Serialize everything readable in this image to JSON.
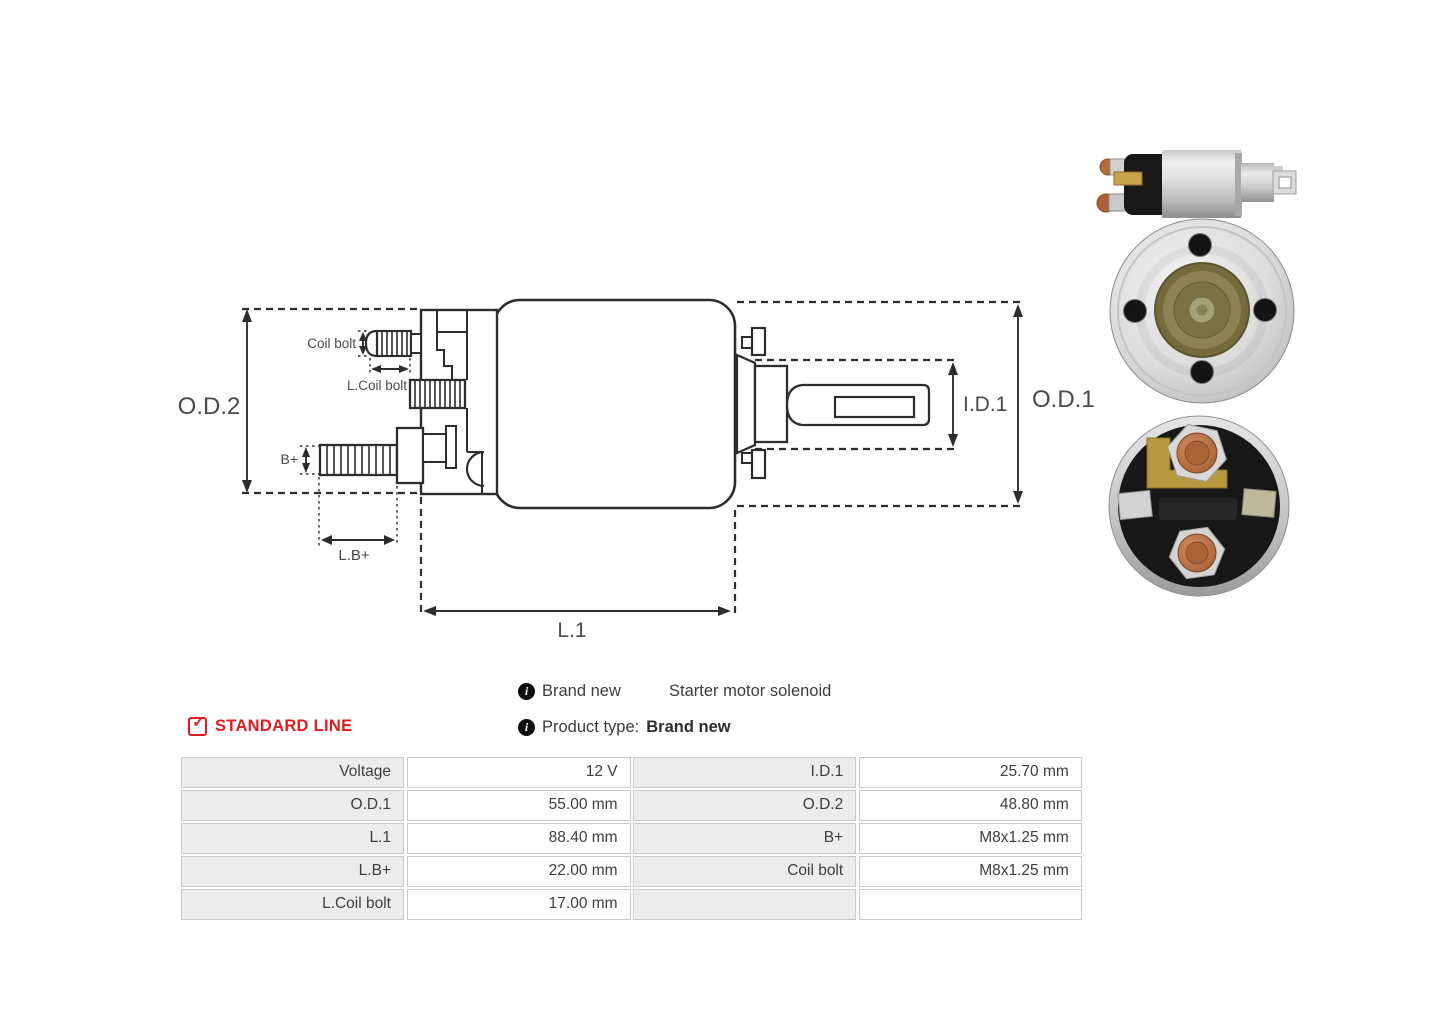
{
  "icons": {
    "info": "i",
    "check": "✓"
  },
  "diagram": {
    "labels": {
      "od2": "O.D.2",
      "coil_bolt": "Coil bolt",
      "l_coil_bolt": "L.Coil bolt",
      "b_plus": "B+",
      "lb_plus": "L.B+",
      "l1": "L.1",
      "id1": "I.D.1",
      "od1": "O.D.1"
    }
  },
  "info": {
    "line1": {
      "label": "Brand new",
      "value": "Starter motor solenoid"
    },
    "line2": {
      "label": "Product type:",
      "value": "Brand new"
    }
  },
  "standard_line": {
    "text": "STANDARD LINE",
    "color": "#e11b22"
  },
  "spec_table": {
    "rows": [
      {
        "k1": "Voltage",
        "v1": "12 V",
        "k2": "I.D.1",
        "v2": "25.70 mm"
      },
      {
        "k1": "O.D.1",
        "v1": "55.00 mm",
        "k2": "O.D.2",
        "v2": "48.80 mm"
      },
      {
        "k1": "L.1",
        "v1": "88.40 mm",
        "k2": "B+",
        "v2": "M8x1.25 mm"
      },
      {
        "k1": "L.B+",
        "v1": "22.00 mm",
        "k2": "Coil bolt",
        "v2": "M8x1.25 mm"
      },
      {
        "k1": "L.Coil bolt",
        "v1": "17.00 mm",
        "k2": "",
        "v2": ""
      }
    ]
  }
}
